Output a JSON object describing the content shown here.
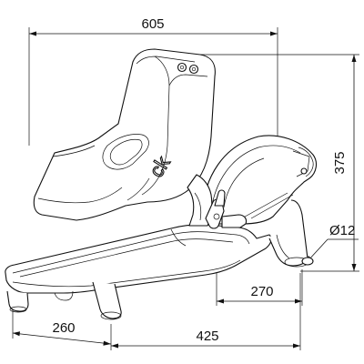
{
  "dimensions": {
    "overall_length": "605",
    "height": "375",
    "diameter": "Ø12",
    "base_span": "270",
    "tray_depth": "260",
    "rear_span": "425"
  },
  "logo": {
    "mark": "ck"
  },
  "colors": {
    "line": "#111111",
    "background": "#ffffff"
  }
}
